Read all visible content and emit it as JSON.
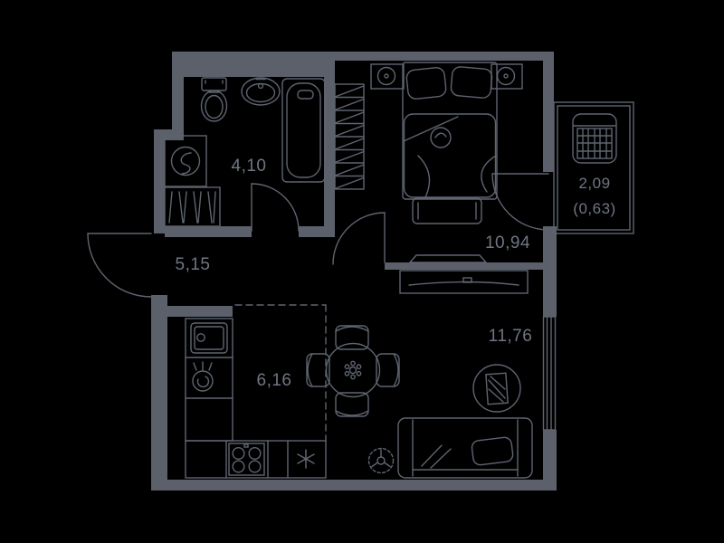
{
  "plan": {
    "type": "apartment-floor-plan",
    "colors": {
      "background": "#000000",
      "wall_fill": "#5b606b",
      "line": "#5f6470",
      "text": "#6f7582"
    },
    "rooms": [
      {
        "id": "bathroom",
        "area_label": "4,10"
      },
      {
        "id": "hallway",
        "area_label": "5,15"
      },
      {
        "id": "bedroom",
        "area_label": "10,94"
      },
      {
        "id": "kitchen",
        "area_label": "6,16"
      },
      {
        "id": "living-room",
        "area_label": "11,76"
      },
      {
        "id": "balcony",
        "area_label": "2,09",
        "area_coeff_label": "(0,63)"
      }
    ],
    "fixtures": {
      "bathroom": [
        "toilet",
        "sink",
        "bathtub",
        "washing-machine"
      ],
      "hallway": [
        "coat-rack",
        "entrance-door"
      ],
      "bedroom": [
        "wardrobe",
        "double-bed",
        "nightstand-left",
        "nightstand-right",
        "bench",
        "wall-tv",
        "balcony-door"
      ],
      "kitchen": [
        "counter",
        "kitchen-sink",
        "boiler",
        "stove-4-burner",
        "fridge-spot-snowflake",
        "dining-table",
        "chairs-x4"
      ],
      "living-room": [
        "tv-stand",
        "sofa",
        "floor-lamp",
        "decor-pouf",
        "window"
      ],
      "balcony": [
        "storage-basket"
      ]
    }
  }
}
